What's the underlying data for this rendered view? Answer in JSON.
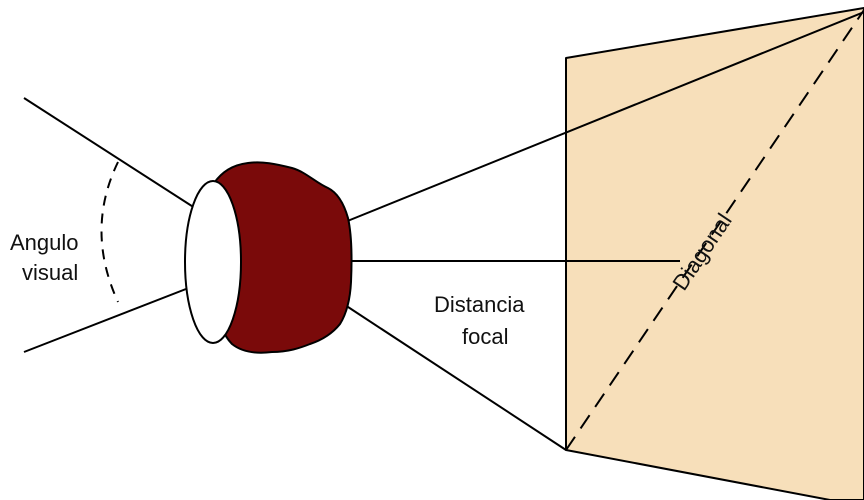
{
  "labels": {
    "angle_line1": "Angulo",
    "angle_line2": "visual",
    "focal_line1": "Distancia",
    "focal_line2": "focal",
    "diagonal": "Diagonal"
  },
  "colors": {
    "lens_body": "#7a0a0a",
    "lens_face": "#ffffff",
    "sensor_fill": "#f7dfba",
    "stroke": "#000000"
  }
}
